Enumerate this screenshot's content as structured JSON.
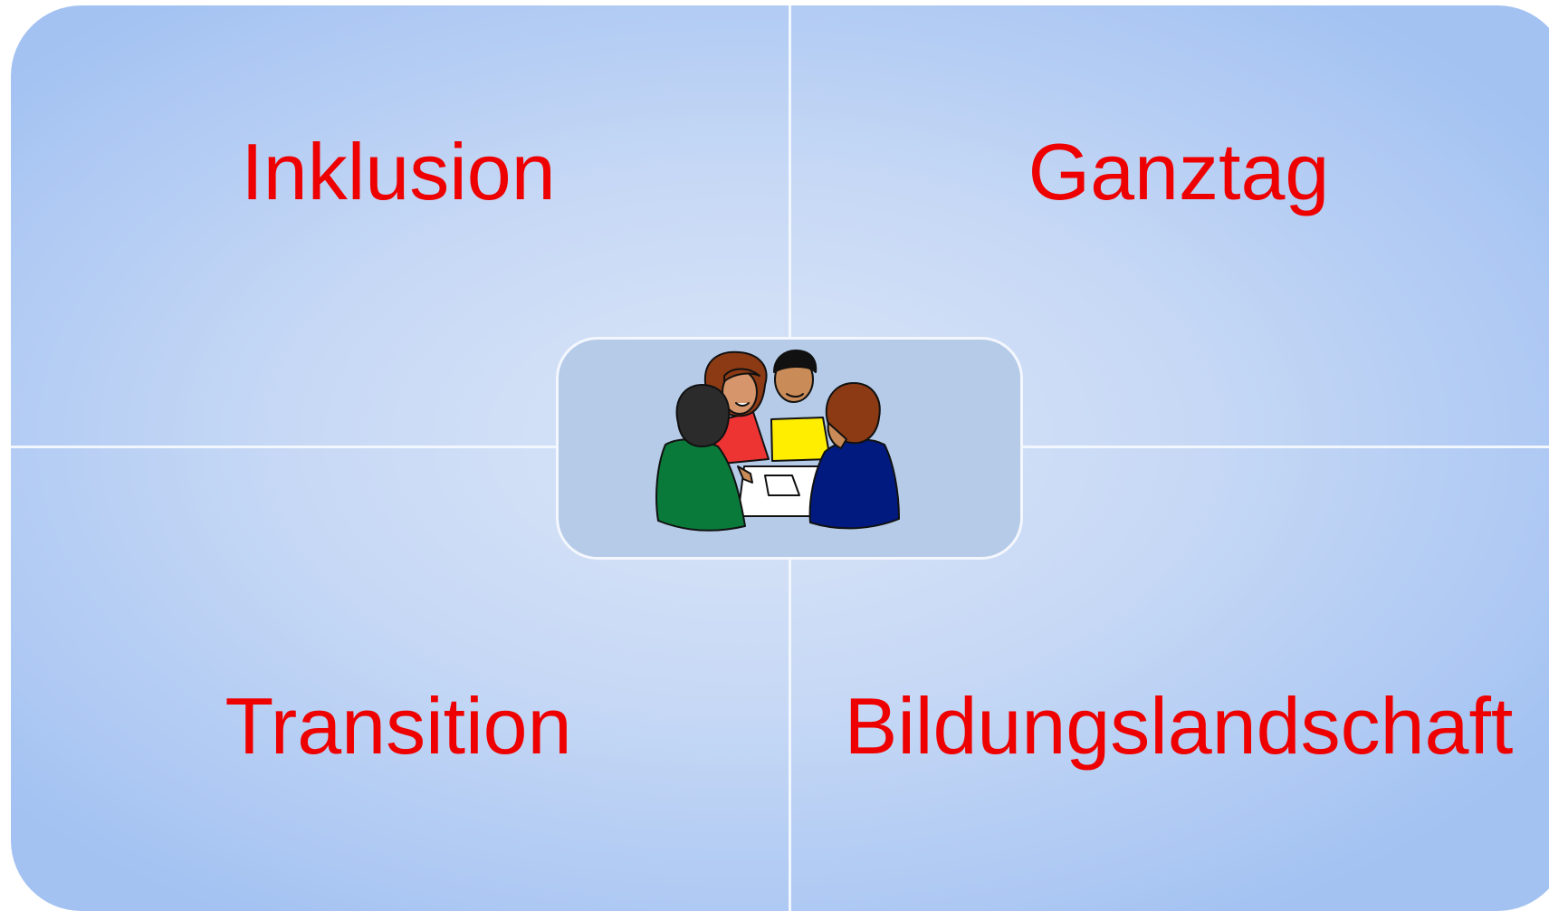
{
  "quadrants": {
    "top_left": "Inklusion",
    "top_right": "Ganztag",
    "bottom_left": "Transition",
    "bottom_right": "Bildungslandschaft"
  },
  "center_image": {
    "icon": "group-discussion-icon"
  },
  "colors": {
    "label": "#ee0000",
    "background_light": "#dbe6f8",
    "background_dark": "#a3c2f2",
    "center_box": "#b5cbe8"
  }
}
